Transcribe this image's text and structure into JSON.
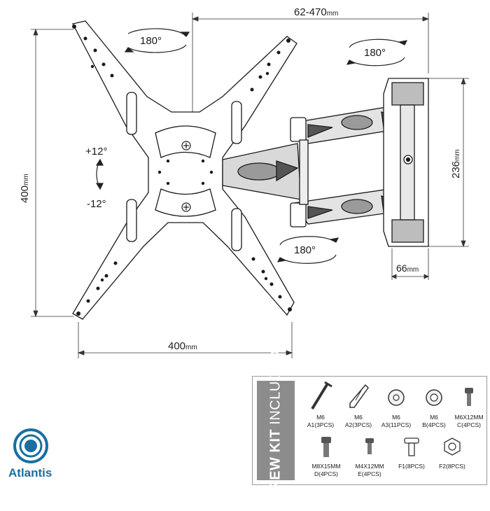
{
  "dimensions": {
    "arm_reach": "62-470",
    "height": "400",
    "width": "400",
    "wall_plate_height": "236",
    "depth": "66",
    "unit": "mm"
  },
  "rotations": {
    "top_left": "180°",
    "top_right": "180°",
    "bottom": "180°",
    "tilt_up": "+12°",
    "tilt_down": "-12°"
  },
  "screw_kit": {
    "title_bold": "SCREW KIT",
    "title_light": "INCLUDED",
    "items": [
      {
        "line1": "M6",
        "line2": "A1(3PCS)",
        "icon": "long-bolt-icon"
      },
      {
        "line1": "M6",
        "line2": "A2(3PCS)",
        "icon": "wall-anchor-icon"
      },
      {
        "line1": "M6",
        "line2": "A3(11PCS)",
        "icon": "washer-icon"
      },
      {
        "line1": "M6",
        "line2": "B(4PCS)",
        "icon": "spacer-icon"
      },
      {
        "line1": "M6X12MM",
        "line2": "C(4PCS)",
        "icon": "short-screw-icon"
      },
      {
        "line1": "M8X15MM",
        "line2": "D(4PCS)",
        "icon": "screw-m8-icon"
      },
      {
        "line1": "M4X12MM",
        "line2": "E(4PCS)",
        "icon": "screw-m4-icon"
      },
      {
        "line1": "F1(8PCS)",
        "line2": "",
        "icon": "spacer-bolt-icon"
      },
      {
        "line1": "F2(8PCS)",
        "line2": "",
        "icon": "nut-icon"
      }
    ]
  },
  "brand": {
    "name": "Atlantis",
    "color": "#1a6fa0"
  }
}
